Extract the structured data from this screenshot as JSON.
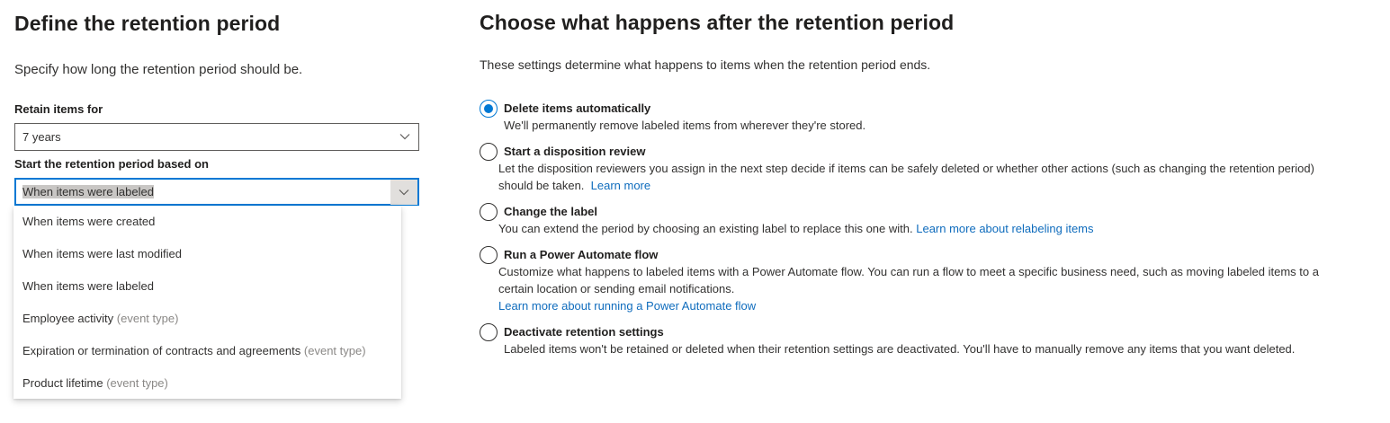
{
  "left": {
    "title": "Define the retention period",
    "description": "Specify how long the retention period should be.",
    "retain_label": "Retain items for",
    "retain_value": "7 years",
    "start_label": "Start the retention period based on",
    "start_value": "When items were labeled",
    "menu_options": [
      {
        "label": "When items were created",
        "tag": ""
      },
      {
        "label": "When items were last modified",
        "tag": ""
      },
      {
        "label": "When items were labeled",
        "tag": ""
      },
      {
        "label": "Employee activity",
        "tag": "(event type)"
      },
      {
        "label": "Expiration or termination of contracts and agreements",
        "tag": "(event type)"
      },
      {
        "label": "Product lifetime",
        "tag": "(event type)"
      }
    ]
  },
  "right": {
    "title": "Choose what happens after the retention period",
    "description": "These settings determine what happens to items when the retention period ends.",
    "options": [
      {
        "title": "Delete items automatically",
        "line1": "We'll permanently remove labeled items from wherever they're stored."
      },
      {
        "title": "Start a disposition review",
        "line1": "Let the disposition reviewers you assign in the next step decide if items can be safely deleted or whether other actions (such as changing the retention period)",
        "line2": "should be taken.",
        "link": "Learn more"
      },
      {
        "title": "Change the label",
        "line1": "You can extend the period by choosing an existing label to replace this one with.",
        "link": "Learn more about relabeling items"
      },
      {
        "title": "Run a Power Automate flow",
        "line1": "Customize what happens to labeled items with a Power Automate flow. You can run a flow to meet a specific business need, such as moving labeled items to a",
        "line2": "certain location or sending email notifications.",
        "link": "Learn more about running a Power Automate flow"
      },
      {
        "title": "Deactivate retention settings",
        "line1": "Labeled items won't be retained or deleted when their retention settings are deactivated. You'll have to manually remove any items that you want deleted."
      }
    ],
    "selected_option": "Delete items automatically"
  },
  "icons": {
    "dropdown": "chevron-down-icon"
  },
  "colors": {
    "accent": "#0078d4",
    "link": "#0f6cbd",
    "text": "#323130"
  }
}
